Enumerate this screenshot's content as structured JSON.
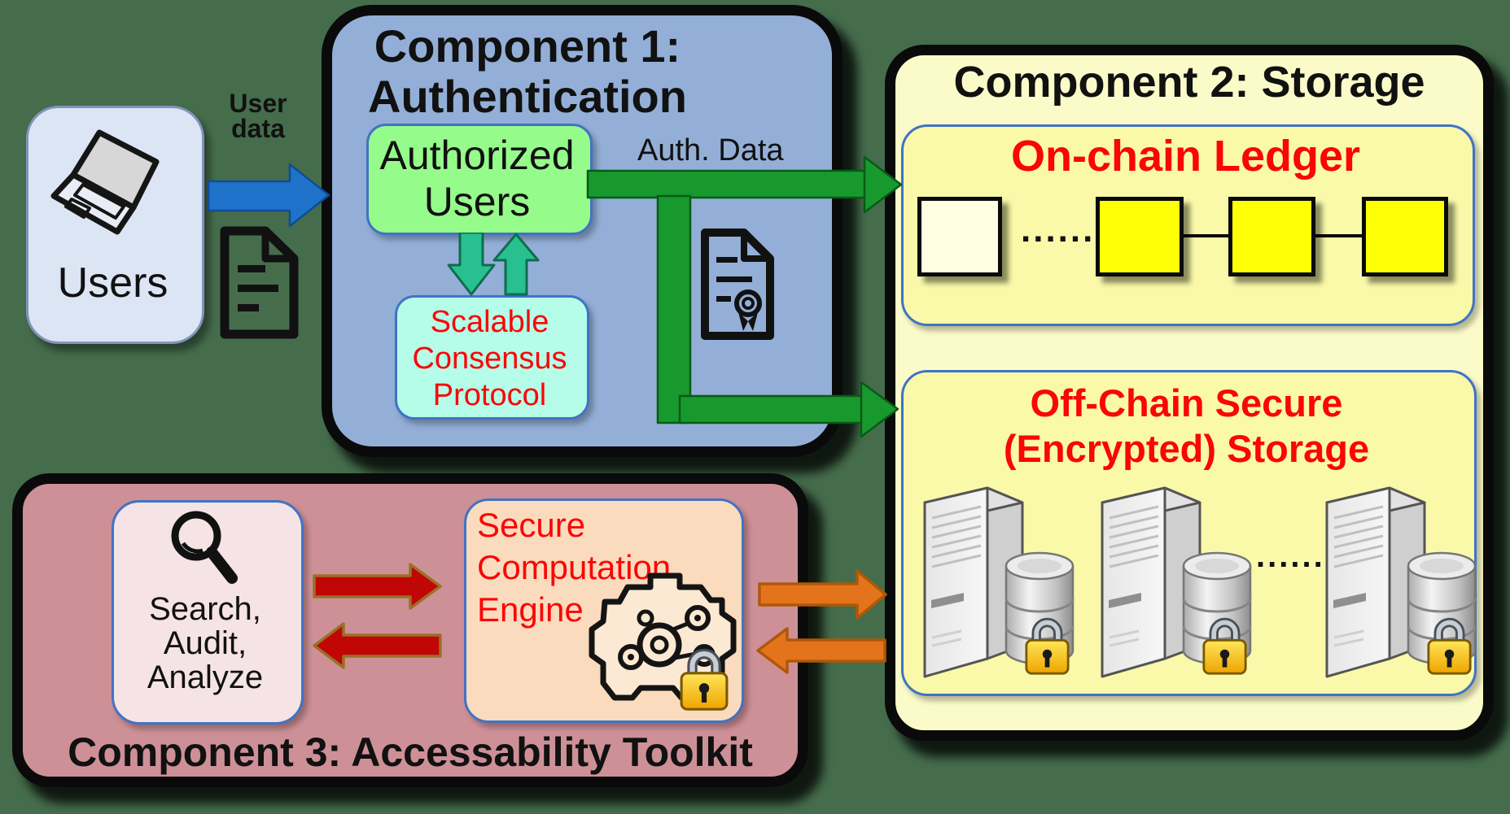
{
  "users_panel": {
    "label": "Users"
  },
  "user_data_arrow": {
    "label_line1": "User",
    "label_line2": "data"
  },
  "component1": {
    "title_line1": "Component 1:",
    "title_line2": "Authentication",
    "authorized_users_line1": "Authorized",
    "authorized_users_line2": "Users",
    "auth_data_label": "Auth. Data",
    "scp_line1": "Scalable",
    "scp_line2": "Consensus",
    "scp_line3": "Protocol"
  },
  "component2": {
    "title": "Component 2: Storage",
    "onchain": {
      "title": "On-chain Ledger",
      "ellipsis": "......"
    },
    "offchain": {
      "title_line1": "Off-Chain Secure",
      "title_line2": "(Encrypted) Storage",
      "ellipsis": "......"
    }
  },
  "component3": {
    "title": "Component 3: Accessability Toolkit",
    "search_line1": "Search,",
    "search_line2": "Audit,",
    "search_line3": "Analyze",
    "sce_line1": "Secure",
    "sce_line2": "Computation",
    "sce_line3": "Engine"
  },
  "icons": [
    "laptop-icon",
    "document-icon",
    "certificate-icon",
    "search-magnifier-icon",
    "engine-icon",
    "padlock-icon",
    "server-database-icon"
  ],
  "colors": {
    "background": "#456D4C",
    "component1_fill": "#93AFD7",
    "component2_fill": "#FBFBC9",
    "component2_inner_fill": "#F9F9A9",
    "component3_fill": "#CE9097",
    "authorized_users_fill": "#95FB8B",
    "consensus_fill": "#B5FDE9",
    "search_box_fill": "#F5E3E5",
    "sce_box_fill": "#FBDBBD",
    "ledger_block_yellow": "#FFFF05",
    "ledger_block_pale": "#FFFFE3",
    "red_text": "#FB0505",
    "green_arrow": "#18992E",
    "teal_arrow": "#27C08E",
    "blue_arrow": "#1E72C9",
    "red_arrow": "#C10606",
    "orange_arrow": "#E4741C",
    "padlock_gold": "#F5B800"
  }
}
